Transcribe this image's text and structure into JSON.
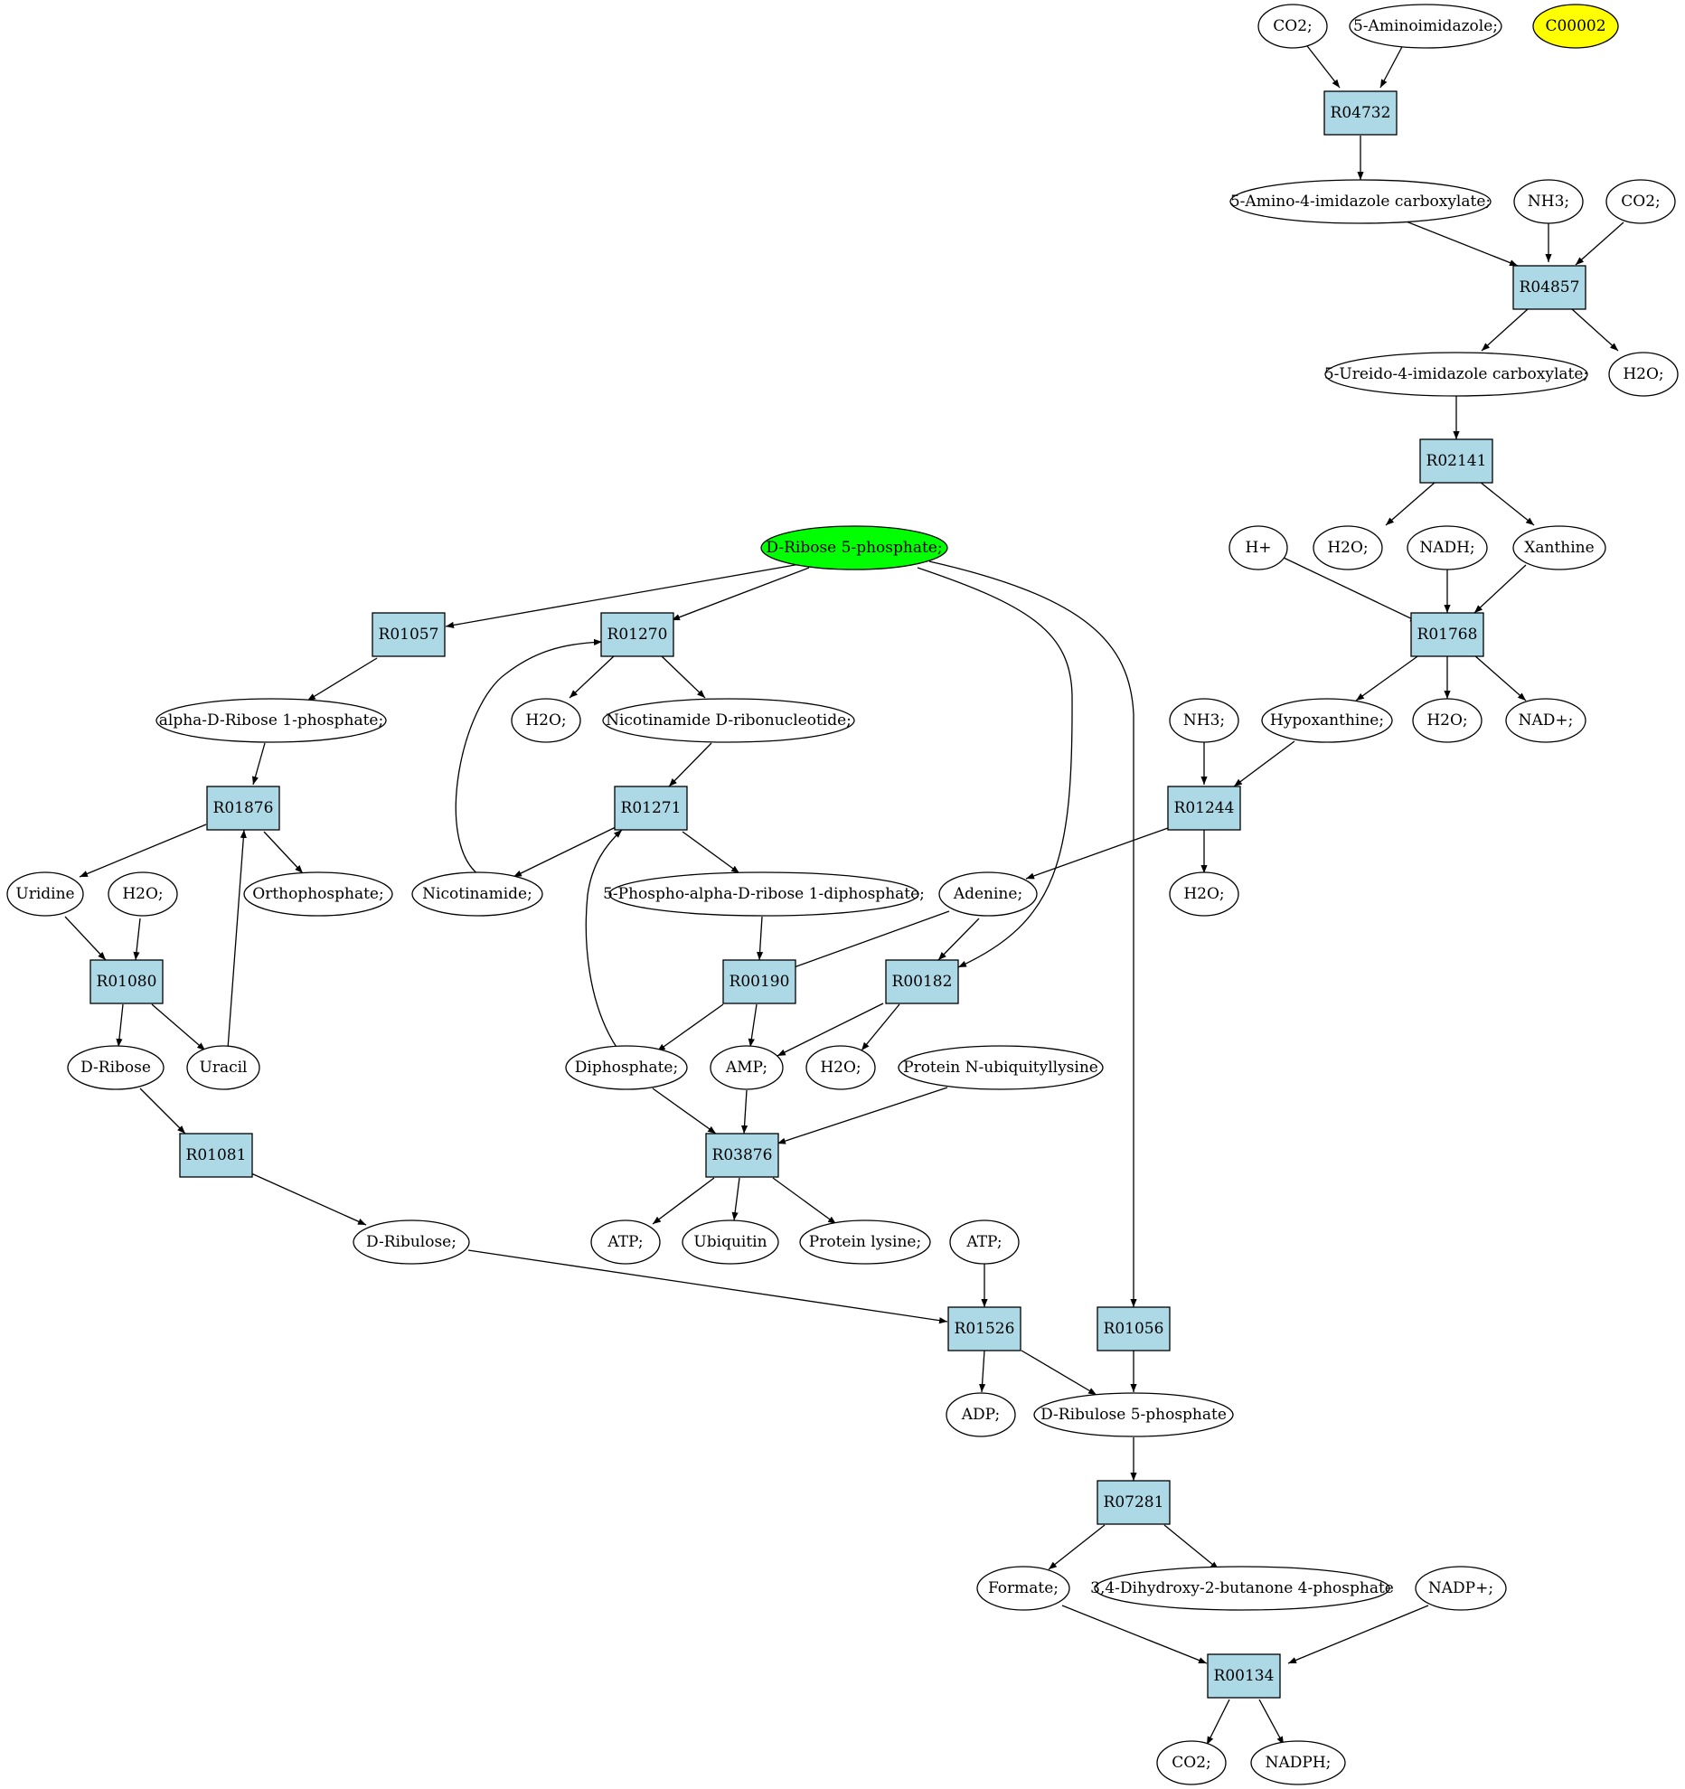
{
  "colors": {
    "reaction_fill": "#add8e6",
    "compound_fill": "#ffffff",
    "highlight_source": "#00ff00",
    "highlight_other": "#ffff00",
    "stroke": "#000000"
  },
  "compounds": {
    "c_co2_a": "CO2;",
    "c_aminoimidazole": "5-Aminoimidazole;",
    "c_c00002": "C00002",
    "c_aicarb": "5-Amino-4-imidazole carboxylate;",
    "c_nh3_a": "NH3;",
    "c_co2_b": "CO2;",
    "c_ureido": "5-Ureido-4-imidazole carboxylate;",
    "c_h2o_a": "H2O;",
    "c_hplus": "H+",
    "c_h2o_b": "H2O;",
    "c_nadh": "NADH;",
    "c_xanthine": "Xanthine",
    "c_r5p": "D-Ribose 5-phosphate;",
    "c_nh3_b": "NH3;",
    "c_hypoxanthine": "Hypoxanthine;",
    "c_h2o_c": "H2O;",
    "c_nadplus": "NAD+;",
    "c_adr1p": "alpha-D-Ribose 1-phosphate;",
    "c_h2o_d": "H2O;",
    "c_nmn": "Nicotinamide D-ribonucleotide;",
    "c_h2o_e": "H2O;",
    "c_uridine": "Uridine",
    "c_h2o_f": "H2O;",
    "c_orthophosphate": "Orthophosphate;",
    "c_nicotinamide": "Nicotinamide;",
    "c_prpp": "5-Phospho-alpha-D-ribose 1-diphosphate;",
    "c_adenine": "Adenine;",
    "c_dribose": "D-Ribose",
    "c_uracil": "Uracil",
    "c_diphosphate": "Diphosphate;",
    "c_amp": "AMP;",
    "c_h2o_g": "H2O;",
    "c_pnub": "Protein N-ubiquityllysine",
    "c_dribulose": "D-Ribulose;",
    "c_atp_a": "ATP;",
    "c_ubiquitin": "Ubiquitin",
    "c_plys": "Protein lysine;",
    "c_atp_b": "ATP;",
    "c_adp": "ADP;",
    "c_ru5p": "D-Ribulose 5-phosphate",
    "c_formate": "Formate;",
    "c_dhbp": "3,4-Dihydroxy-2-butanone 4-phosphate",
    "c_nadpplus": "NADP+;",
    "c_co2_c": "CO2;",
    "c_nadph": "NADPH;"
  },
  "reactions": {
    "r_r04732": "R04732",
    "r_r04857": "R04857",
    "r_r02141": "R02141",
    "r_r01768": "R01768",
    "r_r01057": "R01057",
    "r_r01270": "R01270",
    "r_r01244": "R01244",
    "r_r01876": "R01876",
    "r_r01271": "R01271",
    "r_r01080": "R01080",
    "r_r00190": "R00190",
    "r_r00182": "R00182",
    "r_r01081": "R01081",
    "r_r03876": "R03876",
    "r_r01526": "R01526",
    "r_r01056": "R01056",
    "r_r07281": "R07281",
    "r_r00134": "R00134"
  }
}
